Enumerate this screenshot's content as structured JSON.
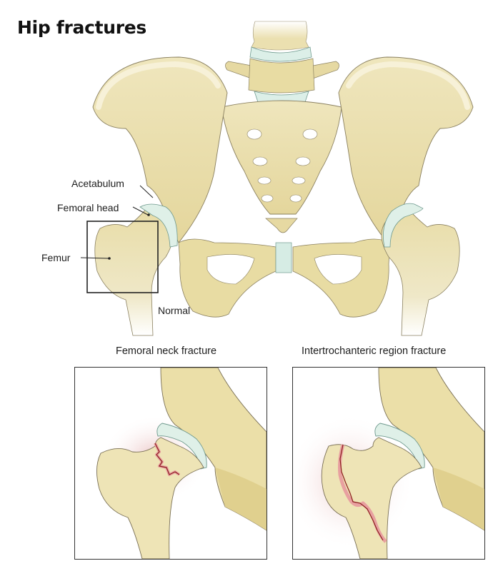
{
  "title": "Hip fractures",
  "colors": {
    "bone": "#ece2b0",
    "bone_shadow": "#d9ca88",
    "bone_outline": "#8a8060",
    "cartilage": "#dff0e8",
    "cartilage_outline": "#7aa89a",
    "fracture": "#8b1d1d",
    "fracture_glow": "#e8a8a8",
    "box": "#222222"
  },
  "normal_view": {
    "caption": "Normal",
    "labels": {
      "acetabulum": "Acetabulum",
      "femoral_head": "Femoral head",
      "femur": "Femur"
    }
  },
  "panels": [
    {
      "id": "femoral-neck",
      "caption": "Femoral neck fracture"
    },
    {
      "id": "intertrochanteric",
      "caption": "Intertrochanteric region fracture"
    }
  ]
}
